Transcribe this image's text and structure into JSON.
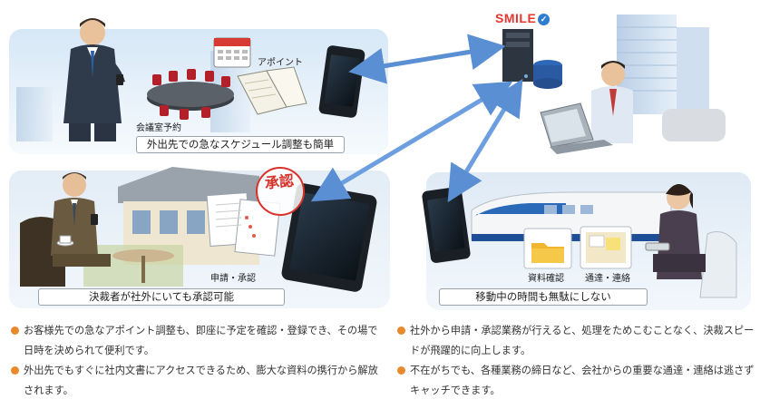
{
  "brand": {
    "logo_text": "SMILE",
    "logo_mark": "✓"
  },
  "stamp_text": "承認",
  "panels": {
    "schedule": {
      "caption": "外出先での急なスケジュール調整も簡単",
      "label_appointment": "アポイント",
      "label_meeting_room": "会議室予約"
    },
    "approval": {
      "caption": "決裁者が社外にいても承認可能",
      "label_request": "申請・承認"
    },
    "mobile": {
      "caption": "移動中の時間も無駄にしない",
      "label_docs": "資料確認",
      "label_notice": "通達・連絡"
    }
  },
  "bullets_left": [
    "お客様先での急なアポイント調整も、即座に予定を確認・登録でき、その場で日時を決められて便利です。",
    "外出先でもすぐに社内文書にアクセスできるため、膨大な資料の携行から解放されます。"
  ],
  "bullets_right": [
    "社外から申請・承認業務が行えると、処理をためこむことなく、決裁スピードが飛躍的に向上します。",
    "不在がちでも、各種業務の締日など、会社からの重要な通達・連絡は逃さずキャッチできます。"
  ],
  "colors": {
    "accent": "#e88a2c",
    "arrow": "#5b8fd4",
    "logo_red": "#e8352f",
    "stamp_red": "#d8322b"
  }
}
